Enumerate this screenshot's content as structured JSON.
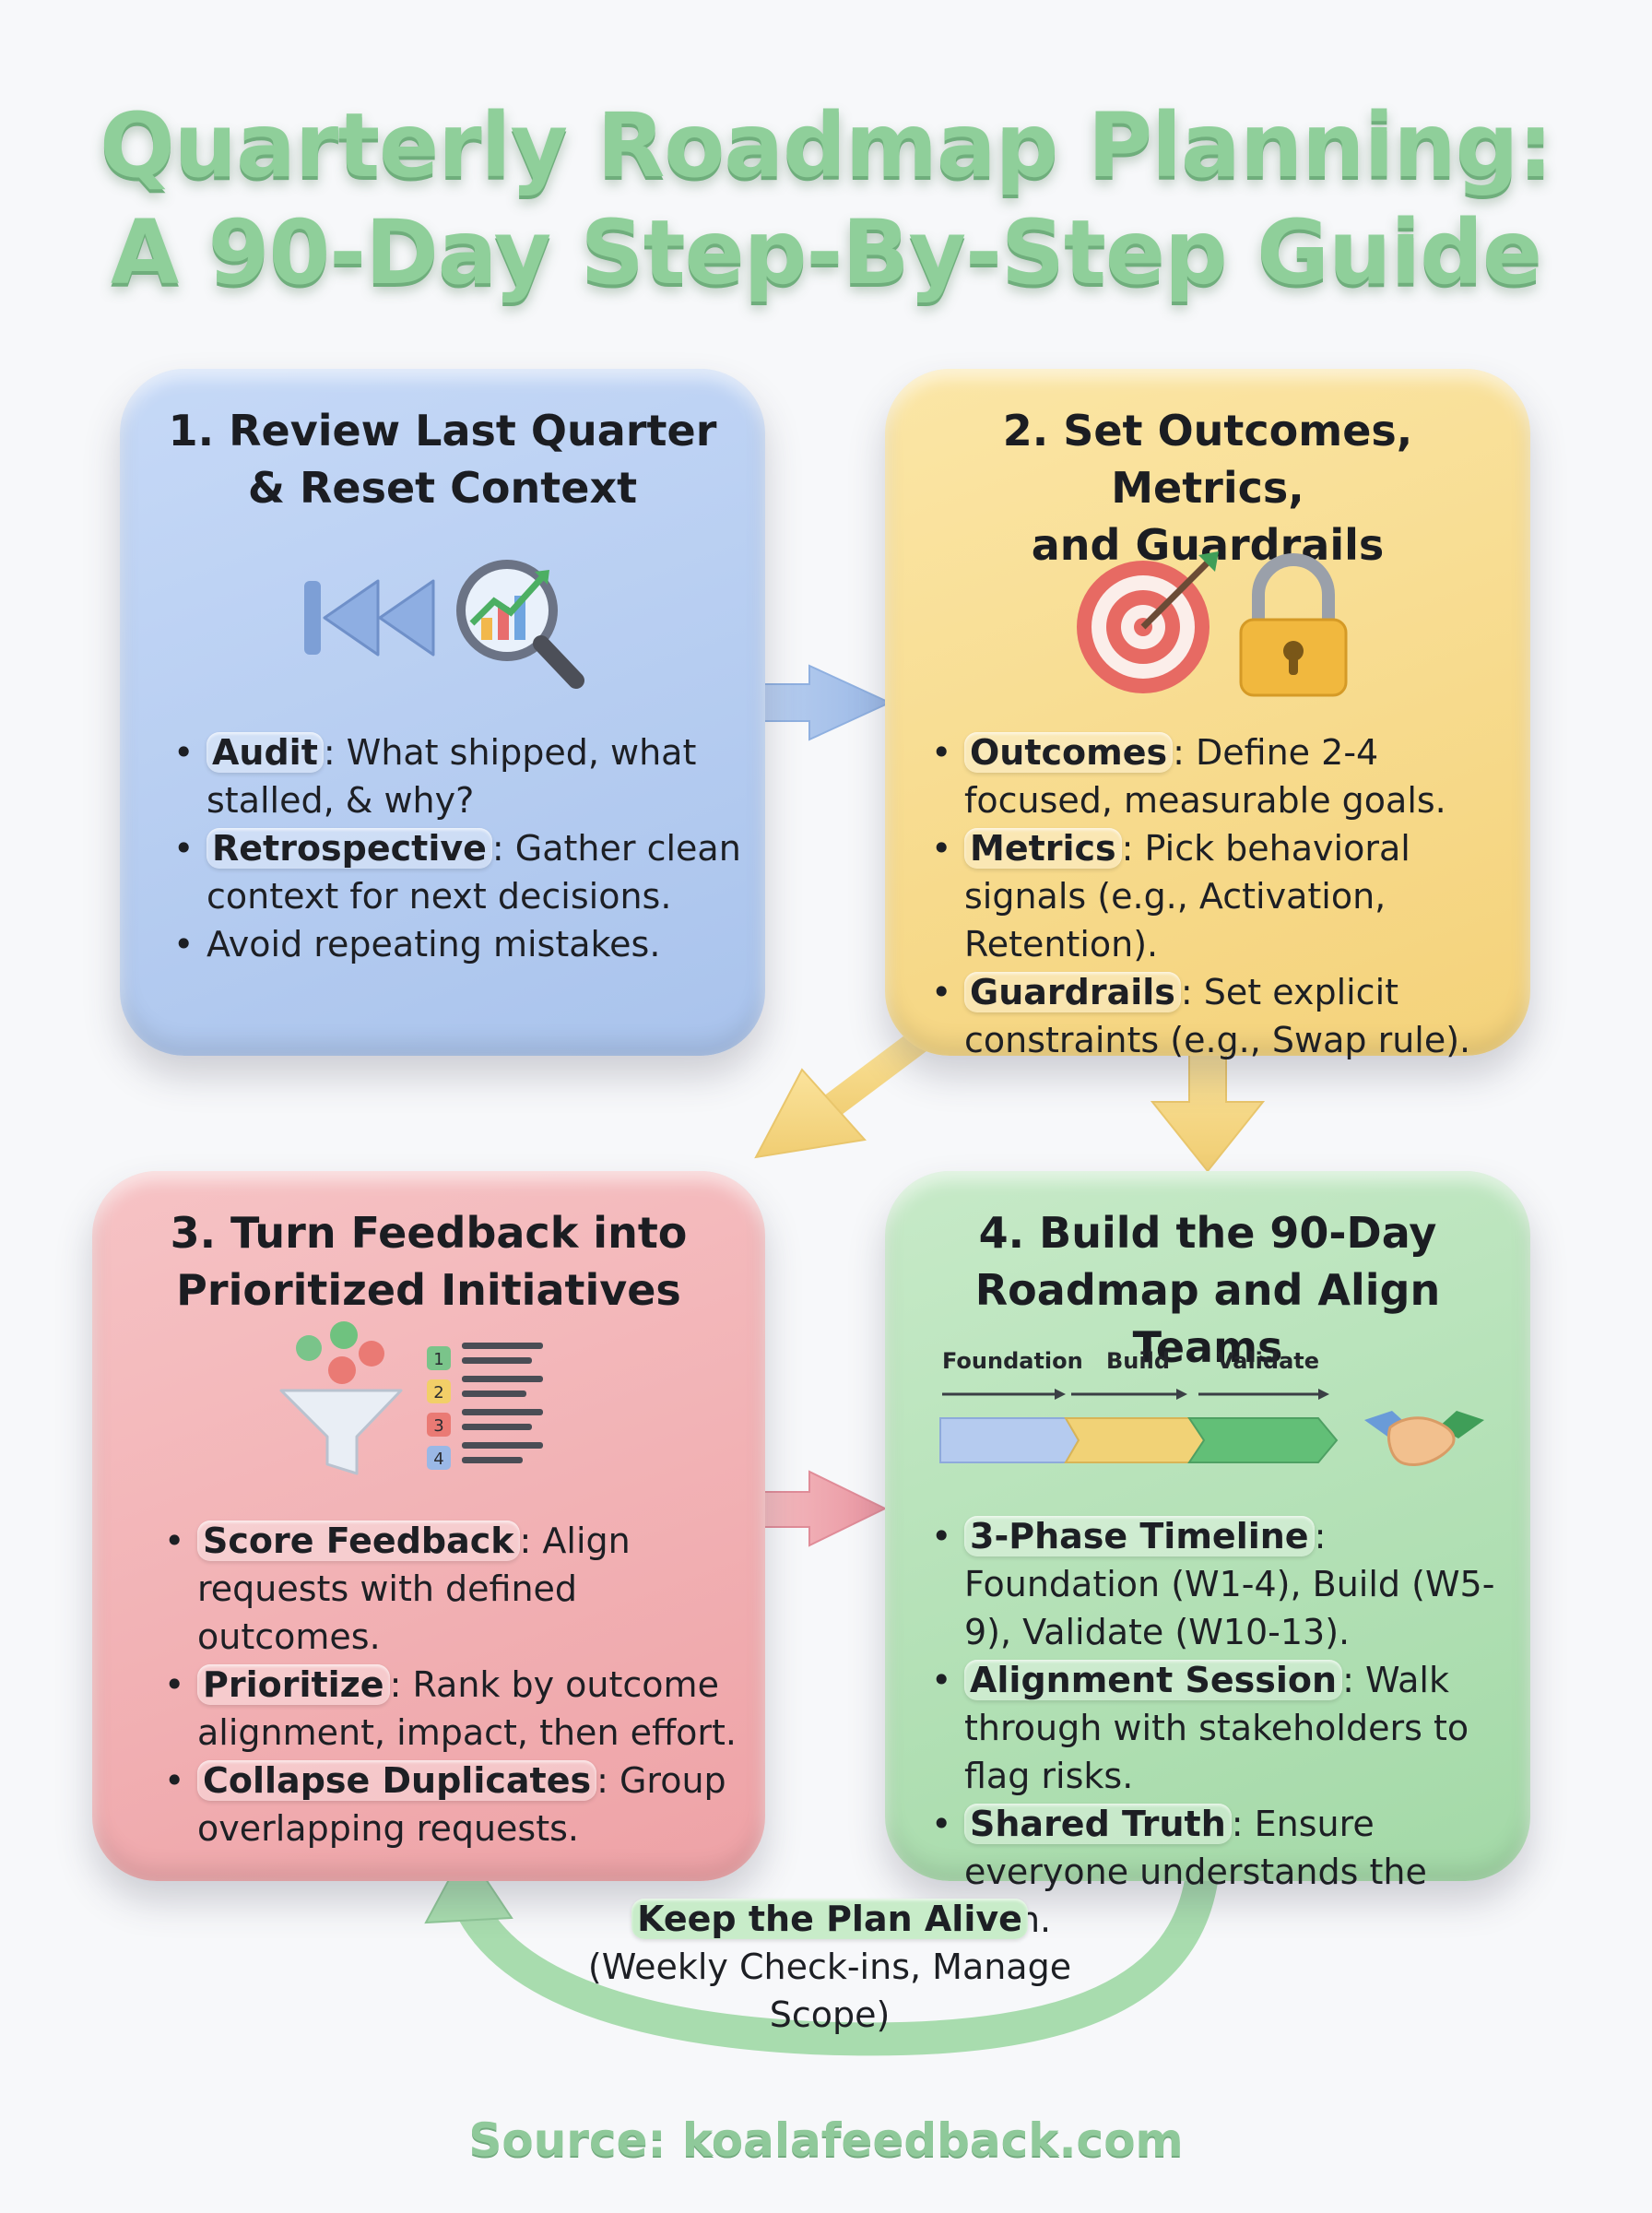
{
  "title": {
    "line1": "Quarterly Roadmap Planning:",
    "line2": "A 90-Day Step-By-Step Guide"
  },
  "steps": [
    {
      "title_line1": "1. Review Last Quarter",
      "title_line2": "& Reset Context",
      "icons": [
        "rewind-icon",
        "magnifier-chart-icon"
      ],
      "bullets": [
        {
          "keyword": "Audit",
          "text": ": What shipped, what stalled, & why?"
        },
        {
          "keyword": "Retrospective",
          "text": ": Gather clean context for next decisions."
        },
        {
          "keyword": "",
          "text": "Avoid repeating mistakes."
        }
      ]
    },
    {
      "title_line1": "2. Set Outcomes, Metrics,",
      "title_line2": "and Guardrails",
      "icons": [
        "target-icon",
        "padlock-icon"
      ],
      "bullets": [
        {
          "keyword": "Outcomes",
          "text": ": Define 2-4 focused, measurable goals."
        },
        {
          "keyword": "Metrics",
          "text": ": Pick behavioral signals (e.g., Activation, Retention)."
        },
        {
          "keyword": "Guardrails",
          "text": ": Set explicit constraints (e.g., Swap rule)."
        }
      ]
    },
    {
      "title_line1": "3. Turn Feedback into",
      "title_line2": "Prioritized Initiatives",
      "icons": [
        "feedback-funnel-icon",
        "ranked-list-icon"
      ],
      "ranks": [
        "1",
        "2",
        "3",
        "4"
      ],
      "bullets": [
        {
          "keyword": "Score Feedback",
          "text": ": Align requests with defined outcomes."
        },
        {
          "keyword": "Prioritize",
          "text": ": Rank by outcome alignment, impact, then effort."
        },
        {
          "keyword": "Collapse Duplicates",
          "text": ": Group overlapping requests."
        }
      ]
    },
    {
      "title_line1": "4. Build the 90-Day",
      "title_line2": "Roadmap and Align Teams",
      "icons": [
        "phase-timeline-icon",
        "handshake-icon"
      ],
      "phases": [
        "Foundation",
        "Build",
        "Validate"
      ],
      "bullets": [
        {
          "keyword": "3-Phase Timeline",
          "text": ": Foundation (W1-4), Build (W5-9), Validate (W10-13)."
        },
        {
          "keyword": "Alignment Session",
          "text": ": Walk through with stakeholders to flag risks."
        },
        {
          "keyword": "Shared Truth",
          "text": ": Ensure everyone understands the plan."
        }
      ]
    }
  ],
  "loop": {
    "keyword": "Keep the Plan Alive",
    "text": " (Weekly Check-ins, Manage Scope)"
  },
  "source": "Source: koalafeedback.com",
  "colors": {
    "title_green": "#8fcf9a",
    "card1_blue": "#b4cdf0",
    "card2_yellow": "#f7da8a",
    "card3_pink": "#f1b1b4",
    "card4_green": "#b2e0b5",
    "loop_green": "#a8dcae"
  }
}
